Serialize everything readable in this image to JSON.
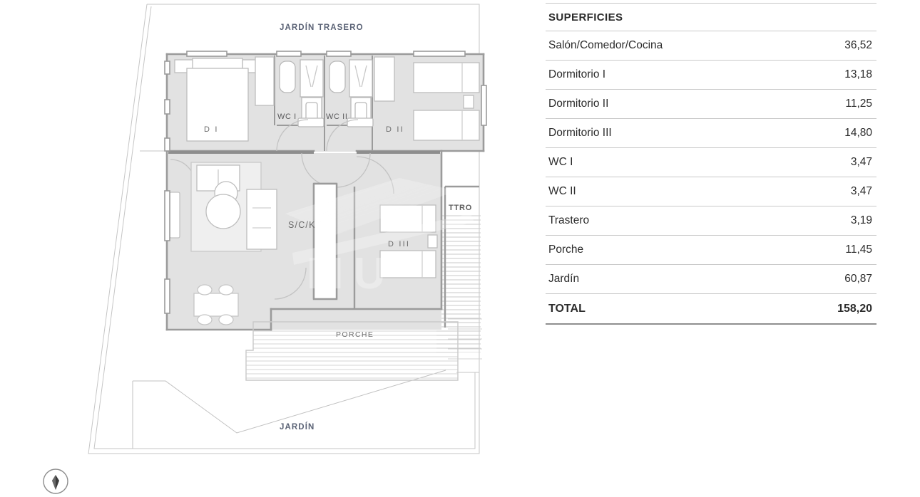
{
  "plan": {
    "labels": {
      "back_garden": "JARDÍN TRASERO",
      "garden": "JARDÍN",
      "bedroom1": "D I",
      "bedroom2": "D II",
      "bedroom3": "D III",
      "wc1": "WC I",
      "wc2": "WC II",
      "living": "S/C/K",
      "porch": "PORCHE",
      "storage": "TTRO"
    },
    "compass_icon": "north-arrow-icon",
    "colors": {
      "room_fill": "#e2e2e2",
      "wall": "#9b9b9b",
      "furniture_stroke": "#b9b9b9",
      "label_blue": "#5a6275",
      "plot_line": "#c4c4c4"
    }
  },
  "surfaces": {
    "title": "SUPERFICIES",
    "rows": [
      {
        "label": "Salón/Comedor/Cocina",
        "value": "36,52"
      },
      {
        "label": "Dormitorio I",
        "value": "13,18"
      },
      {
        "label": "Dormitorio II",
        "value": "11,25"
      },
      {
        "label": "Dormitorio III",
        "value": "14,80"
      },
      {
        "label": "WC I",
        "value": "3,47"
      },
      {
        "label": "WC II",
        "value": "3,47"
      },
      {
        "label": "Trastero",
        "value": "3,19"
      },
      {
        "label": "Porche",
        "value": "11,45"
      },
      {
        "label": "Jardín",
        "value": "60,87"
      }
    ],
    "total": {
      "label": "TOTAL",
      "value": "158,20"
    }
  }
}
